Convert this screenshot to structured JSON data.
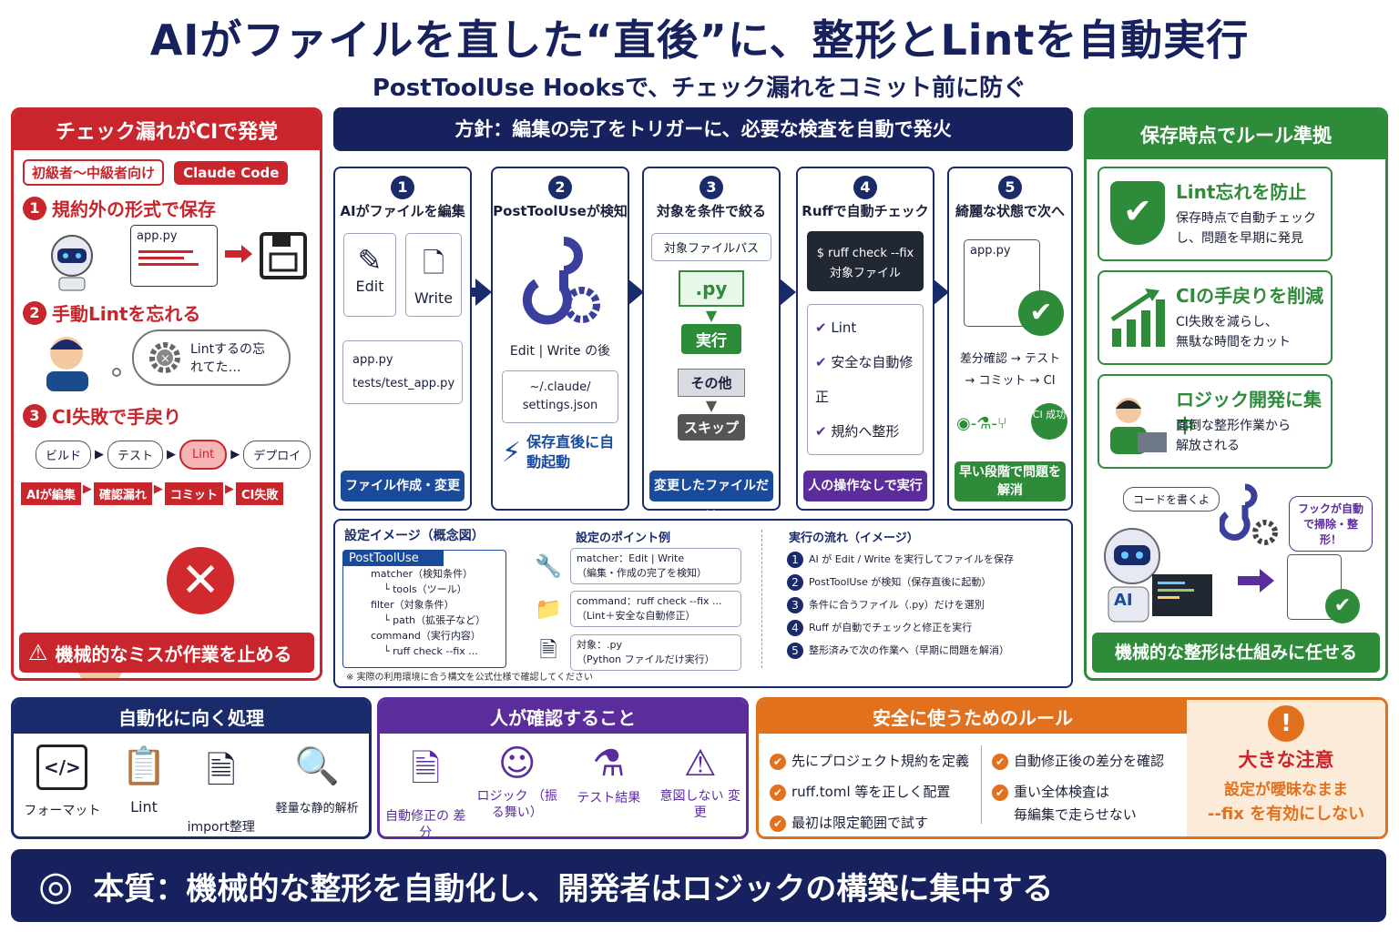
{
  "header": {
    "title": "AIがファイルを直した“直後”に、整形とLintを自動実行",
    "subtitle": "PostToolUse Hooksで、チェック漏れをコミット前に防ぐ"
  },
  "left": {
    "heading": "チェック漏れがCIで発覚",
    "tags": [
      "初級者〜中級者向け",
      "Claude Code"
    ],
    "p1": {
      "num": "1",
      "title": "規約外の形式で保存",
      "file": "app.py"
    },
    "p2": {
      "num": "2",
      "title": "手動Lintを忘れる",
      "bubble": "Lintするの忘れてた…"
    },
    "p3": {
      "num": "3",
      "title": "CI失敗で手戻り",
      "flow": [
        "ビルド",
        "テスト",
        "Lint",
        "デプロイ"
      ],
      "chain": [
        "AIが編集",
        "確認漏れ",
        "コミット",
        "CI失敗"
      ]
    },
    "alert": "機械的なミスが作業を止める"
  },
  "center": {
    "heading": "方針：編集の完了をトリガーに、必要な検査を自動で発火",
    "steps": [
      {
        "num": "1",
        "title": "AIがファイルを編集",
        "tools": [
          "Edit",
          "Write"
        ],
        "files": [
          "app.py",
          "tests/test_app.py"
        ],
        "foot": "ファイル作成・変更"
      },
      {
        "num": "2",
        "title": "PostToolUseが検知",
        "caption": "Edit | Write の後",
        "path": "~/.claude/ settings.json",
        "note": "保存直後に自動起動",
        "foot": ""
      },
      {
        "num": "3",
        "title": "対象を条件で絞る",
        "target": "対象ファイルパス",
        "ext": ".py",
        "run": "実行",
        "other": "その他",
        "skip": "スキップ",
        "foot": "変更したファイルだけ"
      },
      {
        "num": "4",
        "title": "Ruffで自動チェック",
        "cmd": "$ ruff check --fix",
        "cmd2": "対象ファイル",
        "checks": [
          "Lint",
          "安全な自動修正",
          "規約へ整形"
        ],
        "foot": "人の操作なしで実行"
      },
      {
        "num": "5",
        "title": "綺麗な状態で次へ",
        "file": "app.py",
        "flow1": "差分確認 → テスト",
        "flow2": "→ コミット → CI",
        "ci": "CI 成功",
        "foot": "早い段階で問題を解消"
      }
    ],
    "config": {
      "title": "設定イメージ（概念図）",
      "root": "PostToolUse",
      "tree": [
        "matcher（検知条件）",
        "└ tools（ツール）",
        "filter（対象条件）",
        "└ path（拡張子など）",
        "command（実行内容）",
        "└ ruff check --fix ..."
      ],
      "points_title": "設定のポイント例",
      "points": [
        {
          "a": "matcher：Edit | Write",
          "b": "（編集・作成の完了を検知）"
        },
        {
          "a": "command：ruff check --fix ...",
          "b": "（Lint＋安全な自動修正）"
        },
        {
          "a": "対象：.py",
          "b": "（Python ファイルだけ実行）"
        }
      ],
      "flow_title": "実行の流れ（イメージ）",
      "flow": [
        "AI が Edit / Write を実行してファイルを保存",
        "PostToolUse が検知（保存直後に起動）",
        "条件に合うファイル（.py）だけを選別",
        "Ruff が自動でチェックと修正を実行",
        "整形済みで次の作業へ（早期に問題を解消）"
      ],
      "note": "※ 実際の利用環境に合う構文を公式仕様で確認してください"
    }
  },
  "right": {
    "heading": "保存時点でルール準拠",
    "items": [
      {
        "title": "Lint忘れを防止",
        "text1": "保存時点で自動チェック",
        "text2": "し、問題を早期に発見"
      },
      {
        "title": "CIの手戻りを削減",
        "text1": "CI失敗を減らし、",
        "text2": "無駄な時間をカット"
      },
      {
        "title": "ロジック開発に集中",
        "text1": "面倒な整形作業から",
        "text2": "解放される"
      }
    ],
    "bubble1": "コードを書くよ",
    "bubble2": "フックが自動で掃除・整形！",
    "ai": "AI",
    "foot": "機械的な整形は仕組みに任せる"
  },
  "auto": {
    "heading": "自動化に向く処理",
    "items": [
      "フォーマット",
      "Lint",
      "import整理",
      "軽量な静的解析"
    ]
  },
  "human": {
    "heading": "人が確認すること",
    "items": [
      "自動修正の 差分",
      "ロジック （振る舞い）",
      "テスト結果",
      "意図しない 変更"
    ]
  },
  "rules": {
    "heading": "安全に使うためのルール",
    "left": [
      "先にプロジェクト規約を定義",
      "ruff.toml 等を正しく配置",
      "最初は限定範囲で試す"
    ],
    "right": [
      "自動修正後の差分を確認",
      "重い全体検査は",
      "毎編集で走らせない"
    ],
    "warn_title": "大きな注意",
    "warn1": "設定が曖昧なまま",
    "warn2": "--fix を有効にしない"
  },
  "footer": "本質：機械的な整形を自動化し、開発者はロジックの構築に集中する",
  "colors": {
    "navy": "#1a2b6b",
    "red": "#c8252c",
    "green": "#2e8b3a",
    "purple": "#5b2d9c",
    "orange": "#e2711d"
  }
}
